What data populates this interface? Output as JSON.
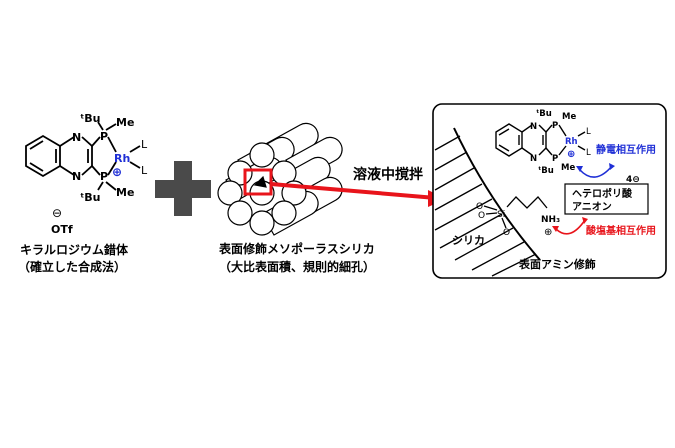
{
  "left_complex": {
    "atoms": {
      "tbu_top": "ᵗBu",
      "me_top": "Me",
      "p_top": "P",
      "rh": "Rh",
      "l_top": "L",
      "l_bottom": "L",
      "n_top": "N",
      "n_bottom": "N",
      "p_bottom": "P",
      "tbu_bottom": "ᵗBu",
      "me_bottom": "Me",
      "plus": "⊕",
      "minus": "⊖",
      "otf": "OTf"
    },
    "caption_line1": "キラルロジウム錯体",
    "caption_line2": "（確立した合成法）"
  },
  "plus_sign_color": "#4a4a4a",
  "middle_silica": {
    "caption_line1": "表面修飾メソポーラスシリカ",
    "caption_line2": "（大比表面積、規則的細孔）"
  },
  "arrow": {
    "label": "溶液中撹拌",
    "color": "#e8141b"
  },
  "right_panel": {
    "complex_atoms": {
      "tbu_top": "ᵗBu",
      "me_top": "Me",
      "p_top": "P",
      "rh": "Rh",
      "l_top": "L",
      "l_bottom": "L",
      "n_top": "N",
      "n_bottom": "N",
      "p_bottom": "P",
      "tbu_bottom": "ᵗBu",
      "me_bottom": "Me",
      "plus": "⊕"
    },
    "electrostatic_label": "静電相互作用",
    "electrostatic_color": "#1f2fd6",
    "polyacid_box_line1": "ヘテロポリ酸",
    "polyacid_box_line2": "アニオン",
    "charge_label": "4⊖",
    "acid_base_label": "酸塩基相互作用",
    "acid_base_color": "#e8141b",
    "silica_label": "シリカ",
    "surface_label": "表面アミン修飾",
    "linker_atoms": {
      "o1": "O",
      "o2": "O",
      "si": "Si",
      "o3": "O",
      "nh3": "NH₃",
      "nh_plus": "⊕"
    }
  }
}
